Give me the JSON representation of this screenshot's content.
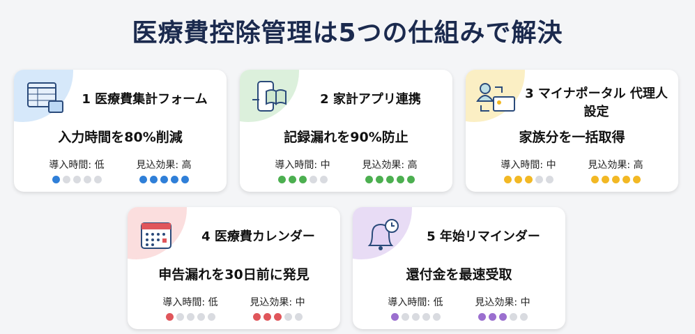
{
  "title": "医療費控除管理は5つの仕組みで解決",
  "labels": {
    "time": "導入時間: ",
    "effect": "見込効果: "
  },
  "cards": [
    {
      "name": "1 医療費集計フォーム",
      "benefit": "入力時間を80%削減",
      "time": "低",
      "time_level": 1,
      "effect": "高",
      "effect_level": 5,
      "color": "#2f7fd8",
      "bg": "#d6e8fa",
      "icon": "spreadsheet-form-icon"
    },
    {
      "name": "2 家計アプリ連携",
      "benefit": "記録漏れを90%防止",
      "time": "中",
      "time_level": 3,
      "effect": "高",
      "effect_level": 5,
      "color": "#4caf50",
      "bg": "#dcf0dc",
      "icon": "phone-book-sync-icon"
    },
    {
      "name": "3 マイナポータル 代理人設定",
      "benefit": "家族分を一括取得",
      "time": "中",
      "time_level": 3,
      "effect": "高",
      "effect_level": 5,
      "color": "#f2b824",
      "bg": "#fbefc4",
      "icon": "proxy-id-card-icon"
    },
    {
      "name": "4 医療費カレンダー",
      "benefit": "申告漏れを30日前に発見",
      "time": "低",
      "time_level": 1,
      "effect": "中",
      "effect_level": 3,
      "color": "#e0565b",
      "bg": "#fbdede",
      "icon": "calendar-icon"
    },
    {
      "name": "5 年始リマインダー",
      "benefit": "還付金を最速受取",
      "time": "低",
      "time_level": 1,
      "effect": "中",
      "effect_level": 3,
      "color": "#9b6fcf",
      "bg": "#e8dcf5",
      "icon": "bell-clock-icon"
    }
  ]
}
